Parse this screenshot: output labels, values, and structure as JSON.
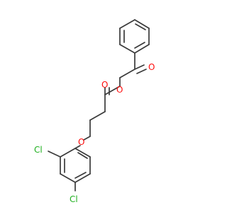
{
  "atoms": {
    "O_ketone": {
      "label": "O",
      "color": "#ff0d0d"
    },
    "O_ester_single": {
      "label": "O",
      "color": "#ff0d0d"
    },
    "O_ester_carbonyl": {
      "label": "O",
      "color": "#ff0d0d"
    },
    "O_ether": {
      "label": "O",
      "color": "#ff0d0d"
    },
    "Cl_ortho": {
      "label": "Cl",
      "color": "#1fb01f"
    },
    "Cl_para": {
      "label": "Cl",
      "color": "#1fb01f"
    }
  },
  "colors": {
    "bond": "#3a3a3a",
    "background": "#ffffff"
  }
}
